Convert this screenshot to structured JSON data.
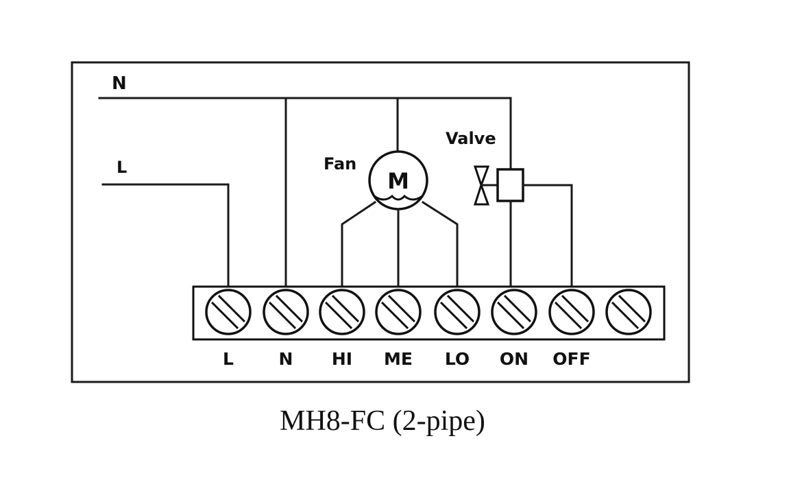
{
  "diagram": {
    "caption": "MH8-FC (2-pipe)",
    "supply": {
      "neutral_label": "N",
      "line_label": "L"
    },
    "fan": {
      "label": "Fan",
      "motor_symbol": "M"
    },
    "valve": {
      "label": "Valve"
    },
    "terminals": [
      {
        "id": "L",
        "label": "L"
      },
      {
        "id": "N",
        "label": "N"
      },
      {
        "id": "HI",
        "label": "HI"
      },
      {
        "id": "ME",
        "label": "ME"
      },
      {
        "id": "LO",
        "label": "LO"
      },
      {
        "id": "ON",
        "label": "ON"
      },
      {
        "id": "OFF",
        "label": "OFF"
      },
      {
        "id": "spare",
        "label": ""
      }
    ]
  }
}
